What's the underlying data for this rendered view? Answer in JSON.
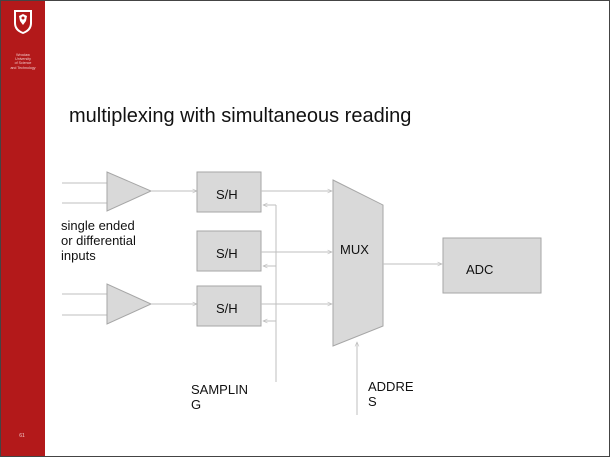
{
  "slide": {
    "university_lines": "Wroclaw\nUniversity\nof Science\nand Technology",
    "page_number": "61",
    "title": "multiplexing with simultaneous reading",
    "colors": {
      "sidebar": "#b3191a",
      "block_fill": "#d9d9d9",
      "block_stroke": "#a6a6a6",
      "line": "#bfbfbf"
    }
  },
  "diagram": {
    "input_label_line1": "single ended",
    "input_label_line2": "or differential",
    "input_label_line3": "inputs",
    "sh_labels": [
      "S/H",
      "S/H",
      "S/H"
    ],
    "mux_label": "MUX",
    "adc_label": "ADC",
    "sampling_line1": "SAMPLIN",
    "sampling_line2": "G",
    "address_line1": "ADDRE",
    "address_line2": "S"
  }
}
